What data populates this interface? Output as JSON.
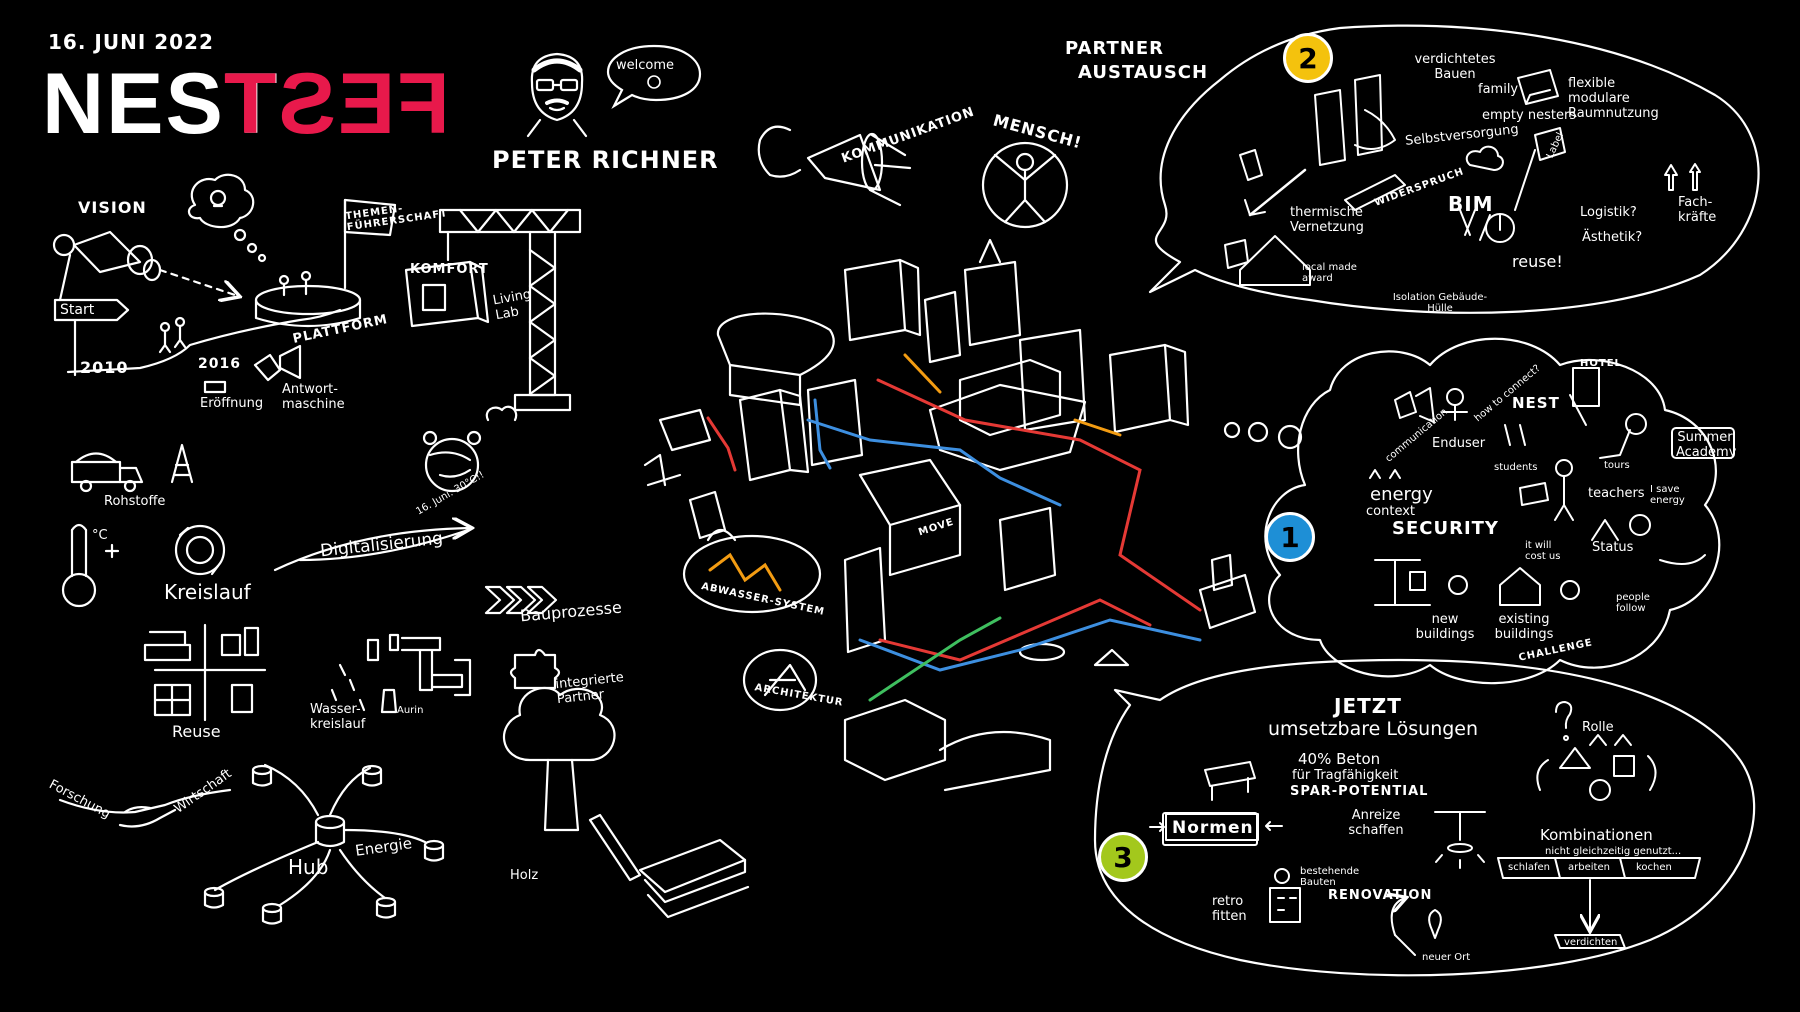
{
  "header": {
    "date": "16. JUNI 2022",
    "logo_left": "NEST",
    "logo_right": "FEST",
    "speaker": "PETER RICHNER",
    "welcome": "welcome"
  },
  "colors": {
    "accent_red": "#e8194b",
    "badge_1": "#1e8fd6",
    "badge_2": "#f4c20d",
    "badge_3": "#a3c81c",
    "pipe_red": "#e53935",
    "pipe_blue": "#3d8fe0",
    "pipe_orange": "#f39c12",
    "pipe_green": "#3fbf5f"
  },
  "left": {
    "vision": "VISION",
    "start": "Start",
    "year_2010": "2010",
    "year_2016": "2016",
    "eroeffnung": "Eröffnung",
    "antwort": "Antwort-maschine",
    "plattform": "PLATTFORM",
    "flag": "THEMEN-FÜHRERSCHAFT",
    "komfort": "KOMFORT",
    "living_lab": "Living Lab",
    "rohstoffe": "Rohstoffe",
    "celsius": "°C",
    "kreislauf": "Kreislauf",
    "digitalisierung": "Digitalisierung",
    "june16": "16. Juni: 30°C!!",
    "bauprozesse": "Bauprozesse",
    "integrierte": "integrierte Partner",
    "reuse": "Reuse",
    "wasserkreislauf": "Wasser-kreislauf",
    "aurin": "Aurin",
    "forschung": "Forschung",
    "wirtschaft": "Wirtschaft",
    "hub": "Hub",
    "energie": "Energie",
    "holz": "Holz"
  },
  "center": {
    "kommunikation": "KOMMUNIKATION",
    "mensch": "MENSCH!",
    "partner": "PARTNER",
    "austausch": "AUSTAUSCH",
    "abwasser": "ABWASSER-SYSTEM",
    "architektur": "ARCHITEKTUR",
    "move": "MOVE"
  },
  "bubble2": {
    "number": "2",
    "verdichtetes": "verdichtetes Bauen",
    "flexible": "flexible modulare Raumnutzung",
    "family": "family",
    "empty": "empty nesters",
    "selbst": "Selbstversorgung",
    "widerspruch": "WIDERSPRUCH",
    "thermische": "thermische Vernetzung",
    "local": "local made award",
    "isolation": "Isolation Gebäude-Hülle",
    "bim": "BIM",
    "label": "Label",
    "logistik": "Logistik?",
    "aesthetik": "Ästhetik?",
    "reuse": "reuse!",
    "fach": "Fach-kräfte"
  },
  "bubble1": {
    "number": "1",
    "communication": "communication",
    "enduser": "Enduser",
    "how": "how to connect?",
    "nest": "NEST",
    "hotel": "HOTEL",
    "students": "students",
    "tours": "tours",
    "summer": "Summer Academy",
    "energy": "energy",
    "context": "context",
    "security": "SECURITY",
    "teachers": "teachers",
    "save": "I save energy",
    "cost": "it will cost us",
    "status": "Status",
    "new": "new buildings",
    "existing": "existing buildings",
    "challenge": "CHALLENGE",
    "people": "people follow"
  },
  "bubble3": {
    "number": "3",
    "jetzt": "JETZT",
    "umsetzbare": "umsetzbare Lösungen",
    "rolle": "Rolle",
    "beton": "40% Beton",
    "trag": "für Tragfähigkeit",
    "spar": "SPAR-POTENTIAL",
    "normen": "Normen",
    "anreize": "Anreize schaffen",
    "kombinationen": "Kombinationen",
    "nicht": "nicht gleichzeitig genutzt...",
    "schlafen": "schlafen",
    "arbeiten": "arbeiten",
    "kochen": "kochen",
    "verdichten": "verdichten",
    "bestehende": "bestehende Bauten",
    "renovation": "RENOVATION",
    "retro": "retro fitten",
    "neuer": "neuer Ort"
  }
}
